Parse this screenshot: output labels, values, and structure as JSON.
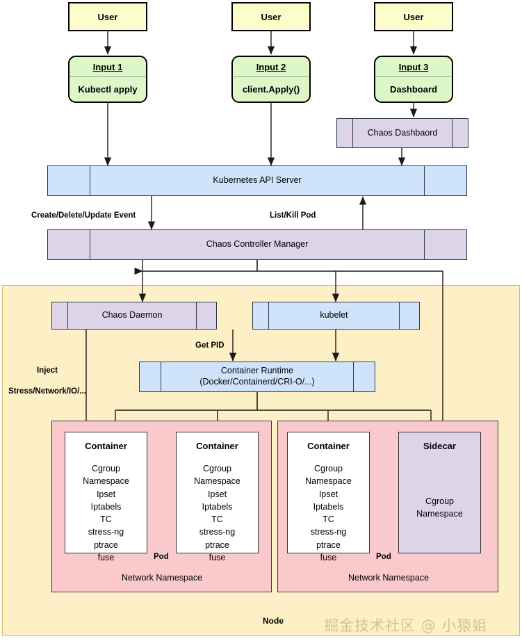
{
  "diagram": {
    "title": "Chaos Mesh Architecture",
    "watermark": "掘金技术社区 @ 小猿姐",
    "node_label": "Node"
  },
  "colors": {
    "user_fill": "#fdfccb",
    "input_fill": "#dcf8c8",
    "blue_fill": "#cfe4fb",
    "purple_fill": "#ded4e9",
    "pod_fill": "#fac9cc",
    "node_fill": "#fdf0c6",
    "node_border": "#d6bd6a",
    "container_fill": "#ffffff",
    "stroke": "#2b3a4a",
    "watermark": "#cfc398"
  },
  "users": [
    {
      "label": "User"
    },
    {
      "label": "User"
    },
    {
      "label": "User"
    }
  ],
  "inputs": [
    {
      "title": "Input 1",
      "body": "Kubectl apply"
    },
    {
      "title": "Input 2",
      "body": "client.Apply()"
    },
    {
      "title": "Input 3",
      "body": "Dashboard"
    }
  ],
  "components": {
    "chaos_dashboard": "Chaos Dashbaord",
    "api_server": "Kubernetes API Server",
    "controller_manager": "Chaos Controller Manager",
    "chaos_daemon": "Chaos Daemon",
    "kubelet": "kubelet",
    "container_runtime_line1": "Container Runtime",
    "container_runtime_line2": "(Docker/Containerd/CRI-O/...)"
  },
  "edges": {
    "create_delete_update": "Create/Delete/Update Event",
    "list_kill_pod": "List/Kill Pod",
    "get_pid": "Get PID",
    "inject_line1": "Inject",
    "inject_line2": "Stress/Network/IO/..."
  },
  "pods": [
    {
      "pod_label": "Pod",
      "network_namespace": "Network Namespace",
      "containers": [
        {
          "title": "Container",
          "items": [
            "Cgroup",
            "Namespace",
            "Ipset",
            "Iptabels",
            "TC",
            "stress-ng",
            "ptrace",
            "fuse"
          ]
        },
        {
          "title": "Container",
          "items": [
            "Cgroup",
            "Namespace",
            "Ipset",
            "Iptabels",
            "TC",
            "stress-ng",
            "ptrace",
            "fuse"
          ]
        }
      ]
    },
    {
      "pod_label": "Pod",
      "network_namespace": "Network Namespace",
      "containers": [
        {
          "title": "Container",
          "items": [
            "Cgroup",
            "Namespace",
            "Ipset",
            "Iptabels",
            "TC",
            "stress-ng",
            "ptrace",
            "fuse"
          ]
        }
      ],
      "sidecar": {
        "title": "Sidecar",
        "items": [
          "Cgroup",
          "Namespace"
        ]
      }
    }
  ]
}
